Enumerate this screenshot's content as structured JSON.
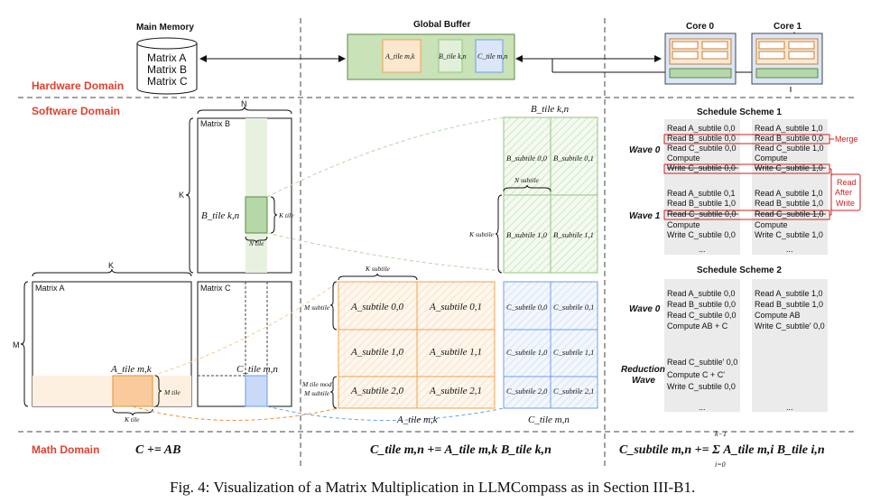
{
  "hardware": {
    "domain_label": "Hardware Domain",
    "main_memory": {
      "title": "Main Memory",
      "lines": [
        "Matrix A",
        "Matrix B",
        "Matrix C"
      ]
    },
    "global_buffer": {
      "title": "Global Buffer",
      "a_tile": "A_tile m,k",
      "b_tile": "B_tile k,n",
      "c_tile": "C_tile m,n"
    },
    "core0": "Core 0",
    "core1": "Core 1"
  },
  "software": {
    "domain_label": "Software Domain",
    "matrix_b": "Matrix B",
    "matrix_a": "Matrix A",
    "matrix_c": "Matrix C",
    "dim_n": "N",
    "dim_k_side": "K",
    "dim_k_top": "K",
    "dim_m": "M",
    "b_tile_label": "B_tile k,n",
    "k_tile": "K tile",
    "n_tile": "N tile",
    "a_tile_label": "A_tile m,k",
    "m_tile": "M tile",
    "k_tile_bottom": "K tile",
    "c_tile_label": "C_tile m,n",
    "b_tile_header": "B_tile k,n",
    "b_subtiles": [
      "B_subtile 0,0",
      "B_subtile 0,1",
      "B_subtile 1,0",
      "B_subtile 1,1"
    ],
    "n_subtile": "N subtile",
    "k_subtile_side": "K subtile",
    "k_subtile_top": "K subtile",
    "m_subtile": "M subtile",
    "m_tile_mod": [
      "M tile mod",
      "M subtile"
    ],
    "a_subtiles": [
      "A_subtile 0,0",
      "A_subtile 0,1",
      "A_subtile 1,0",
      "A_subtile 1,1",
      "A_subtile 2,0",
      "A_subtile 2,1"
    ],
    "c_subtiles": [
      "C_subtile 0,0",
      "C_subtile 0,1",
      "C_subtile 1,0",
      "C_subtile 1,1",
      "C_subtile 2,0",
      "C_subtile 2,1"
    ],
    "a_tile_footer": "A_tile m,k",
    "c_tile_footer": "C_tile m,n"
  },
  "schedule1": {
    "title": "Schedule Scheme 1",
    "wave0": "Wave 0",
    "wave1": "Wave 1",
    "col0_wave0": [
      "Read A_subtile 0,0",
      "Read B_subtile 0,0",
      "Read C_subtile 0,0",
      "Compute",
      "Write C_subtile 0,0"
    ],
    "col1_wave0": [
      "Read A_subtile 1,0",
      "Read B_subtile 0,0",
      "Read C_subtile 1,0",
      "Compute",
      "Write C_subtile 1,0"
    ],
    "col0_wave1": [
      "Read A_subtile 0,1",
      "Read B_subtile 1,0",
      "Read C_subtile 0,0",
      "Compute",
      "Write C_subtile 0,0"
    ],
    "col1_wave1": [
      "Read A_subtile 1,0",
      "Read B_subtile 1,0",
      "Read C_subtile 1,0",
      "Compute",
      "Write C_subtile 1,0"
    ],
    "ellipsis": "...",
    "merge": "Merge",
    "raw": [
      "Read",
      "After",
      "Write"
    ]
  },
  "schedule2": {
    "title": "Schedule Scheme 2",
    "wave0": "Wave 0",
    "reduction": [
      "Reduction",
      "Wave"
    ],
    "col0_wave0": [
      "Read A_subtile 0,0",
      "Read B_subtile 0,0",
      "Read C_subtile 0,0",
      "Compute AB + C"
    ],
    "col1_wave0": [
      "Read A_subtile 1,0",
      "Read B_subtile 1,0",
      "Compute AB",
      "Write C_subtile' 0,0"
    ],
    "col0_red": [
      "Read C_subtile' 0,0",
      "Compute C + C'",
      "Write C_subtile 0,0"
    ],
    "ellipsis": "..."
  },
  "math": {
    "domain_label": "Math Domain",
    "eq1": "C += AB",
    "eq2": "C_tile m,n += A_tile m,k B_tile k,n",
    "eq3": "C_subtile m,n += Σ A_tile m,i B_tile i,n",
    "eq3_upper": "k−1",
    "eq3_lower": "i=0"
  },
  "caption": "Fig. 4: Visualization of a Matrix Multiplication in LLMCompass as in Section III-B1.",
  "colors": {
    "orange": "#f5b070",
    "orange_fill": "#fde8cf",
    "green": "#93c47d",
    "green_fill": "#d9ead3",
    "blue": "#6d9eeb",
    "blue_fill": "#dbe7f8",
    "red": "#e04030"
  }
}
